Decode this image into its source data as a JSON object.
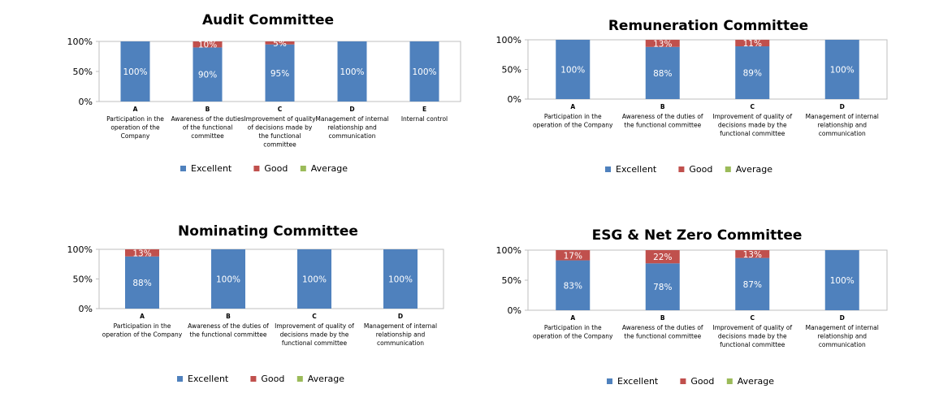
{
  "colors": {
    "Excellent": "#4F81BD",
    "Good": "#C0504D",
    "Average": "#9BBB59"
  },
  "legend": [
    "Excellent",
    "Good",
    "Average"
  ],
  "chart_data": [
    {
      "type": "bar",
      "stacked": true,
      "title": "Audit Committee",
      "ylim": [
        0,
        100
      ],
      "yticks": [
        "0%",
        "50%",
        "100%"
      ],
      "categories": [
        {
          "letter": "A",
          "label": [
            "Participation in the",
            "operation of the",
            "Company"
          ]
        },
        {
          "letter": "B",
          "label": [
            "Awareness of the duties",
            "of the functional",
            "committee"
          ]
        },
        {
          "letter": "C",
          "label": [
            "Improvement of quality",
            "of decisions made by",
            "the functional",
            "committee"
          ]
        },
        {
          "letter": "D",
          "label": [
            "Management of internal",
            "relationship and",
            "communication"
          ]
        },
        {
          "letter": "E",
          "label": [
            "Internal control"
          ]
        }
      ],
      "series": [
        {
          "name": "Excellent",
          "values": [
            100,
            90,
            95,
            100,
            100
          ],
          "labels": [
            "100%",
            "90%",
            "95%",
            "100%",
            "100%"
          ]
        },
        {
          "name": "Good",
          "values": [
            0,
            10,
            5,
            0,
            0
          ],
          "labels": [
            "",
            "10%",
            "5%",
            "",
            ""
          ]
        },
        {
          "name": "Average",
          "values": [
            0,
            0,
            0,
            0,
            0
          ],
          "labels": [
            "",
            "",
            "",
            "",
            ""
          ]
        }
      ]
    },
    {
      "type": "bar",
      "stacked": true,
      "title": "Remuneration Committee",
      "ylim": [
        0,
        100
      ],
      "yticks": [
        "0%",
        "50%",
        "100%"
      ],
      "categories": [
        {
          "letter": "A",
          "label": [
            "Participation in the",
            "operation of the Company"
          ]
        },
        {
          "letter": "B",
          "label": [
            "Awareness of the duties of",
            "the functional committee"
          ]
        },
        {
          "letter": "C",
          "label": [
            "Improvement of quality of",
            "decisions made by the",
            "functional committee"
          ]
        },
        {
          "letter": "D",
          "label": [
            "Management of internal",
            "relationship and",
            "communication"
          ]
        }
      ],
      "series": [
        {
          "name": "Excellent",
          "values": [
            100,
            88,
            89,
            100
          ],
          "labels": [
            "100%",
            "88%",
            "89%",
            "100%"
          ]
        },
        {
          "name": "Good",
          "values": [
            0,
            13,
            11,
            0
          ],
          "labels": [
            "",
            "13%",
            "11%",
            ""
          ]
        },
        {
          "name": "Average",
          "values": [
            0,
            0,
            0,
            0
          ],
          "labels": [
            "",
            "",
            "",
            ""
          ]
        }
      ]
    },
    {
      "type": "bar",
      "stacked": true,
      "title": "Nominating Committee",
      "ylim": [
        0,
        100
      ],
      "yticks": [
        "0%",
        "50%",
        "100%"
      ],
      "categories": [
        {
          "letter": "A",
          "label": [
            "Participation in the",
            "operation of the Company"
          ]
        },
        {
          "letter": "B",
          "label": [
            "Awareness of the duties of",
            "the functional committee"
          ]
        },
        {
          "letter": "C",
          "label": [
            "Improvement of quality of",
            "decisions made by the",
            "functional committee"
          ]
        },
        {
          "letter": "D",
          "label": [
            "Management of internal",
            "relationship and",
            "communication"
          ]
        }
      ],
      "series": [
        {
          "name": "Excellent",
          "values": [
            88,
            100,
            100,
            100
          ],
          "labels": [
            "88%",
            "100%",
            "100%",
            "100%"
          ]
        },
        {
          "name": "Good",
          "values": [
            13,
            0,
            0,
            0
          ],
          "labels": [
            "13%",
            "",
            "",
            ""
          ]
        },
        {
          "name": "Average",
          "values": [
            0,
            0,
            0,
            0
          ],
          "labels": [
            "",
            "",
            "",
            ""
          ]
        }
      ]
    },
    {
      "type": "bar",
      "stacked": true,
      "title": "ESG & Net Zero Committee",
      "ylim": [
        0,
        100
      ],
      "yticks": [
        "0%",
        "50%",
        "100%"
      ],
      "categories": [
        {
          "letter": "A",
          "label": [
            "Participation in the",
            "operation of the Company"
          ]
        },
        {
          "letter": "B",
          "label": [
            "Awareness of the duties of",
            "the functional committee"
          ]
        },
        {
          "letter": "C",
          "label": [
            "Improvement of quality of",
            "decisions made by the",
            "functional committee"
          ]
        },
        {
          "letter": "D",
          "label": [
            "Management of internal",
            "relationship and",
            "communication"
          ]
        }
      ],
      "series": [
        {
          "name": "Excellent",
          "values": [
            83,
            78,
            87,
            100
          ],
          "labels": [
            "83%",
            "78%",
            "87%",
            "100%"
          ]
        },
        {
          "name": "Good",
          "values": [
            17,
            22,
            13,
            0
          ],
          "labels": [
            "17%",
            "22%",
            "13%",
            ""
          ]
        },
        {
          "name": "Average",
          "values": [
            0,
            0,
            0,
            0
          ],
          "labels": [
            "",
            "",
            "",
            ""
          ]
        }
      ]
    }
  ]
}
